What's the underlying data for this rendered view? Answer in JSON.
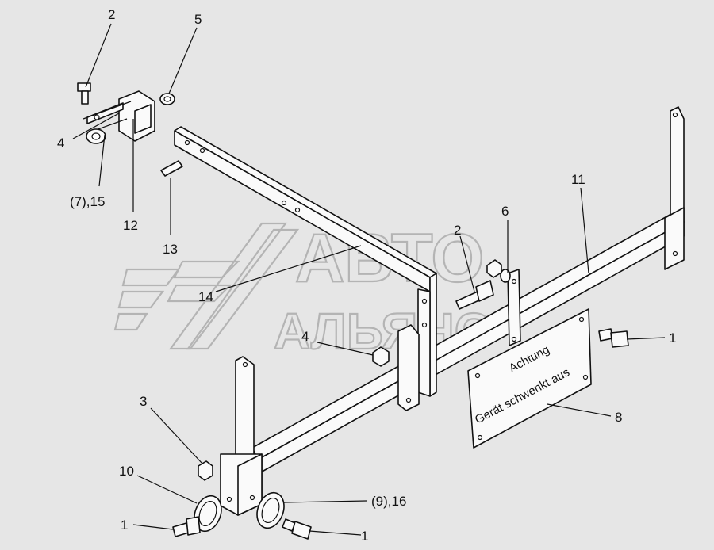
{
  "colors": {
    "background": "#e6e6e6",
    "ink": "#111111",
    "watermark": "#b4b4b4"
  },
  "watermark": {
    "line1": "АВТО",
    "line2": "АЛЬЯНС"
  },
  "plate": {
    "line1": "Achtung",
    "line2": "Gerät schwenkt aus"
  },
  "callouts": {
    "c2_top": "2",
    "c5": "5",
    "c4_top": "4",
    "c7_15": "(7),15",
    "c12": "12",
    "c13": "13",
    "c14": "14",
    "c11": "11",
    "c6": "6",
    "c2_mid": "2",
    "c4_mid": "4",
    "c1_right": "1",
    "c8": "8",
    "c3": "3",
    "c10": "10",
    "c9_16": "(9),16",
    "c1_bl": "1",
    "c1_bm": "1"
  }
}
